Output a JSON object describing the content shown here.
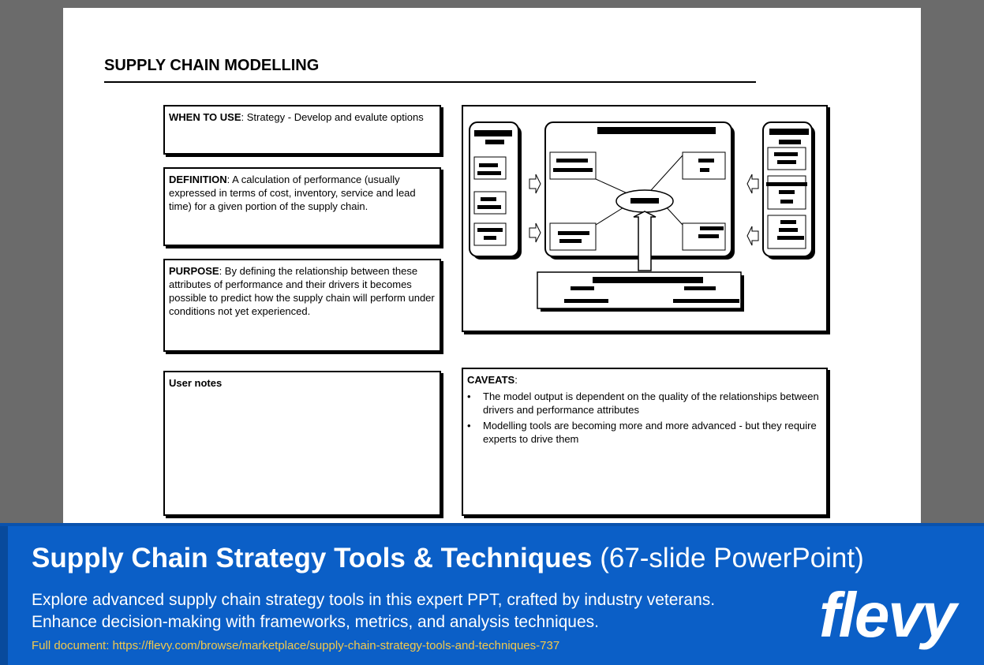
{
  "slide": {
    "title": "SUPPLY CHAIN MODELLING",
    "when_to_use": {
      "label": "WHEN TO USE",
      "text": ": Strategy - Develop and evalute options"
    },
    "definition": {
      "label": "DEFINITION",
      "text": ":  A calculation of performance (usually expressed in terms of cost, inventory, service and lead time) for a given portion of the supply chain."
    },
    "purpose": {
      "label": "PURPOSE",
      "text": ":  By defining the relationship between these attributes of performance and their drivers it becomes possible to predict how the supply chain will perform under conditions not yet experienced."
    },
    "user_notes": {
      "label": "User notes"
    },
    "caveats": {
      "label": "CAVEATS",
      "suffix": ":",
      "items": [
        "The model output is dependent on the quality of the relationships between drivers and performance attributes",
        "Modelling tools are becoming more and more advanced - but they require experts to drive them"
      ]
    }
  },
  "banner": {
    "title_strong": "Supply Chain Strategy Tools & Techniques",
    "title_light": " (67-slide PowerPoint)",
    "desc_line1": "Explore advanced supply chain strategy tools in this expert PPT, crafted by industry veterans.",
    "desc_line2": "Enhance decision-making with frameworks, metrics, and analysis techniques.",
    "link": "Full document: https://flevy.com/browse/marketplace/supply-chain-strategy-tools-and-techniques-737",
    "logo_text": "flevy"
  },
  "colors": {
    "banner_bg": "#0b5fc7",
    "link": "#f2c94c",
    "page_bg": "#6b6b6b"
  }
}
